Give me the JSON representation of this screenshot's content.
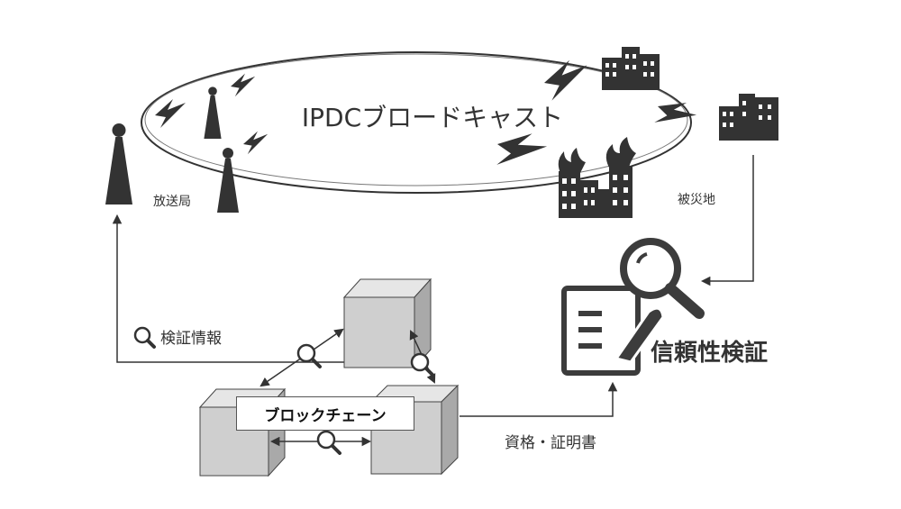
{
  "title": "IPDCブロードキャスト",
  "labels": {
    "station": "放送局",
    "disaster_area": "被災地",
    "verification_info": "検証情報",
    "blockchain": "ブロックチェーン",
    "credentials": "資格・証明書",
    "reliability_check": "信頼性検証"
  },
  "colors": {
    "ink": "#3c3c3c",
    "block_front": "#cfcfcf",
    "block_top": "#e6e6e6",
    "block_side": "#a9a9a9"
  },
  "icons": [
    "broadcast-tower-icon",
    "lightning-icon",
    "building-icon",
    "fire-icon",
    "magnifier-icon",
    "document-icon",
    "pen-icon",
    "block-cube-icon"
  ]
}
